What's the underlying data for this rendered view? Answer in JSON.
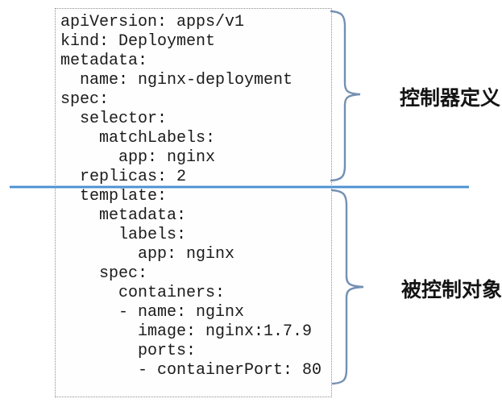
{
  "yaml": {
    "lines": [
      "apiVersion: apps/v1",
      "kind: Deployment",
      "metadata:",
      "  name: nginx-deployment",
      "spec:",
      "  selector:",
      "    matchLabels:",
      "      app: nginx",
      "  replicas: 2",
      "  template:",
      "    metadata:",
      "      labels:",
      "        app: nginx",
      "    spec:",
      "      containers:",
      "      - name: nginx",
      "        image: nginx:1.7.9",
      "        ports:",
      "        - containerPort: 80"
    ]
  },
  "annotations": {
    "top_label": "控制器定义",
    "bottom_label": "被控制对象"
  },
  "colors": {
    "divider_blue": "#4a8fd1",
    "divider_halo": "#aecfec",
    "brace_blue": "#7490b2",
    "code_text": "#1b1b1b",
    "box_border": "#8f8f8f",
    "label_text": "#141414"
  }
}
